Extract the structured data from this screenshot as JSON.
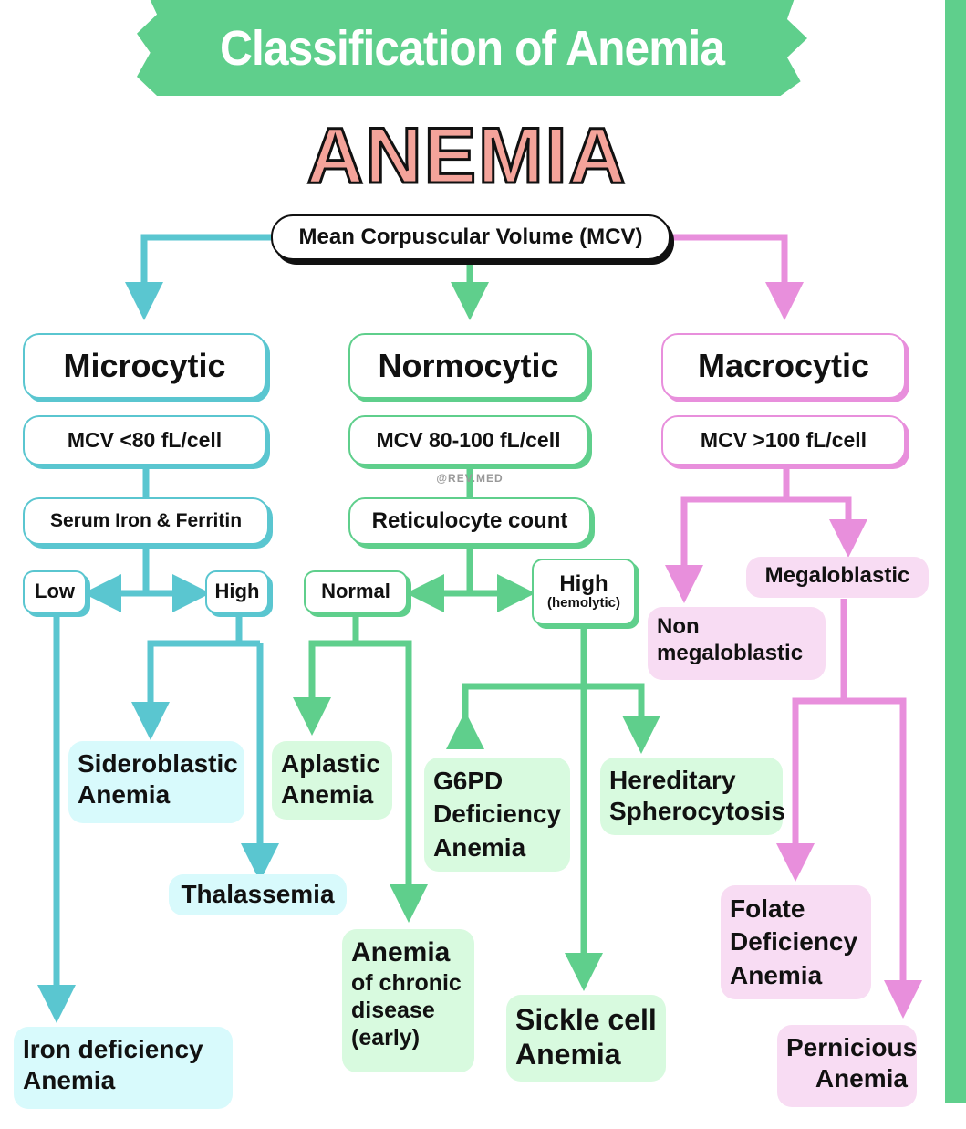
{
  "banner_title": "Classification of Anemia",
  "main_title": "ANEMIA",
  "root": "Mean Corpuscular Volume (MCV)",
  "watermark": "@REV.MED",
  "colors": {
    "green": "#5fcf8c",
    "teal": "#5ac6d0",
    "pink": "#e88fdc",
    "salmon": "#f4a39a"
  },
  "microcytic": {
    "title": "Microcytic",
    "mcv": "MCV <80 fL/cell",
    "test": "Serum Iron & Ferritin",
    "low": "Low",
    "high": "High",
    "low_results": [
      "Iron deficiency Anemia"
    ],
    "high_results": [
      "Sideroblastic Anemia",
      "Thalassemia"
    ]
  },
  "normocytic": {
    "title": "Normocytic",
    "mcv": "MCV 80-100 fL/cell",
    "test": "Reticulocyte count",
    "normal": "Normal",
    "high": "High",
    "high_note": "(hemolytic)",
    "normal_results": [
      "Aplastic Anemia",
      "Anemia",
      "of chronic disease (early)"
    ],
    "high_results": [
      "G6PD Deficiency Anemia",
      "Hereditary Spherocytosis",
      "Sickle cell Anemia"
    ]
  },
  "macrocytic": {
    "title": "Macrocytic",
    "mcv": "MCV >100 fL/cell",
    "megaloblastic": "Megaloblastic",
    "non_megaloblastic": "Non megaloblastic",
    "megaloblastic_results": [
      "Folate Deficiency Anemia",
      "Pernicious Anemia"
    ]
  }
}
